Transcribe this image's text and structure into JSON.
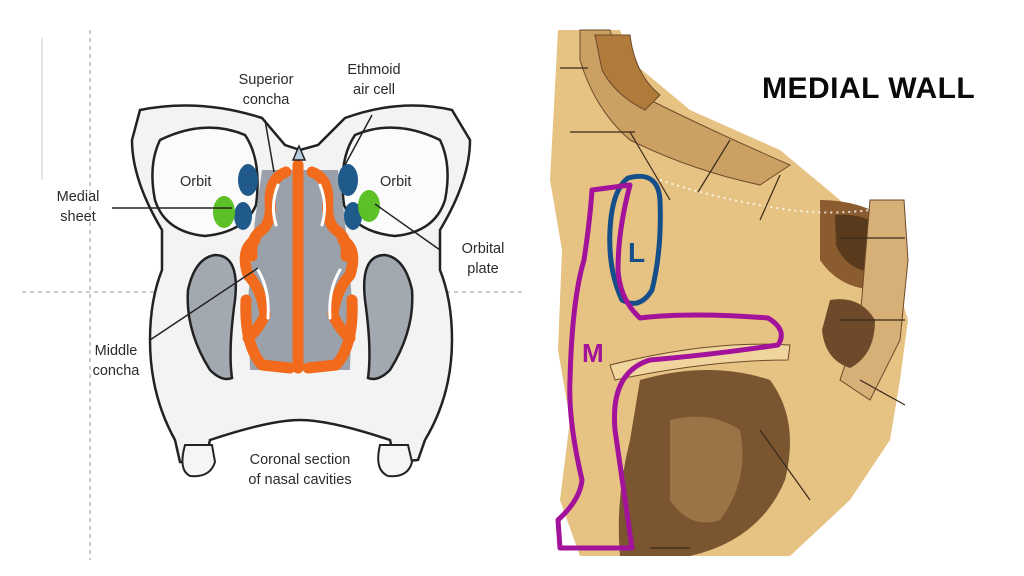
{
  "left_diagram": {
    "labels": {
      "superior_concha": [
        "Superior",
        "concha"
      ],
      "ethmoid_air_cell": [
        "Ethmoid",
        "air cell"
      ],
      "orbit_left": "Orbit",
      "orbit_right": "Orbit",
      "medial_sheet": [
        "Medial",
        "sheet"
      ],
      "orbital_plate": [
        "Orbital",
        "plate"
      ],
      "middle_concha": [
        "Middle",
        "concha"
      ],
      "caption": [
        "Coronal section",
        "of nasal cavities"
      ]
    },
    "colors": {
      "concha_orange": "#f26a1b",
      "air_cell_blue": "#1f5a8a",
      "plate_green": "#5bc126",
      "cavity_gray": "#9aa1aa",
      "bone_fill": "#f3f3f3"
    }
  },
  "right_diagram": {
    "title": "MEDIAL WALL",
    "annotations": {
      "upper_letter": "L",
      "lower_letter": "M"
    },
    "colors": {
      "outline_magenta": "#a3129a",
      "outline_blue": "#154f8a",
      "bone_tan": "#e8c98a",
      "bone_dark": "#6e4a2a"
    }
  }
}
